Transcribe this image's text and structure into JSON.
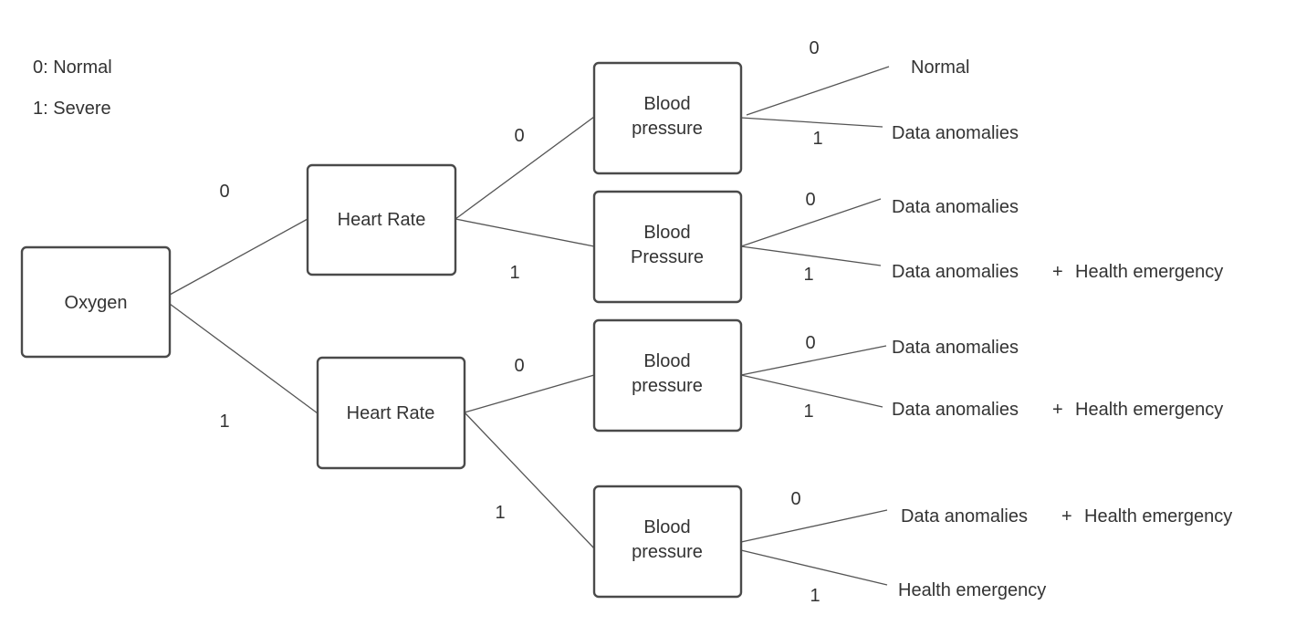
{
  "legend": {
    "normal": "0: Normal",
    "severe": "1: Severe"
  },
  "nodes": {
    "root": {
      "label": "Oxygen"
    },
    "hr_top": {
      "label": "Heart Rate"
    },
    "hr_bottom": {
      "label": "Heart Rate"
    },
    "bp_1": {
      "line1": "Blood",
      "line2": "pressure"
    },
    "bp_2": {
      "line1": "Blood",
      "line2": "Pressure"
    },
    "bp_3": {
      "line1": "Blood",
      "line2": "pressure"
    },
    "bp_4": {
      "line1": "Blood",
      "line2": "pressure"
    }
  },
  "edge_labels": {
    "root_0": "0",
    "root_1": "1",
    "hr_top_0": "0",
    "hr_top_1": "1",
    "hr_bottom_0": "0",
    "hr_bottom_1": "1",
    "bp_1_0": "0",
    "bp_1_1": "1",
    "bp_2_0": "0",
    "bp_2_1": "1",
    "bp_3_0": "0",
    "bp_3_1": "1",
    "bp_4_0": "0",
    "bp_4_1": "1"
  },
  "outcomes": {
    "o1": "Normal",
    "o2": "Data anomalies",
    "o3": "Data anomalies",
    "o4_a": "Data anomalies",
    "o4_plus": "+",
    "o4_b": "Health emergency",
    "o5": "Data anomalies",
    "o6_a": "Data anomalies",
    "o6_plus": "+",
    "o6_b": "Health emergency",
    "o7_a": "Data anomalies",
    "o7_plus": "+",
    "o7_b": "Health emergency",
    "o8": "Health emergency"
  },
  "colors": {
    "stroke": "#4a4a4a",
    "text": "#333333",
    "background": "#ffffff"
  }
}
